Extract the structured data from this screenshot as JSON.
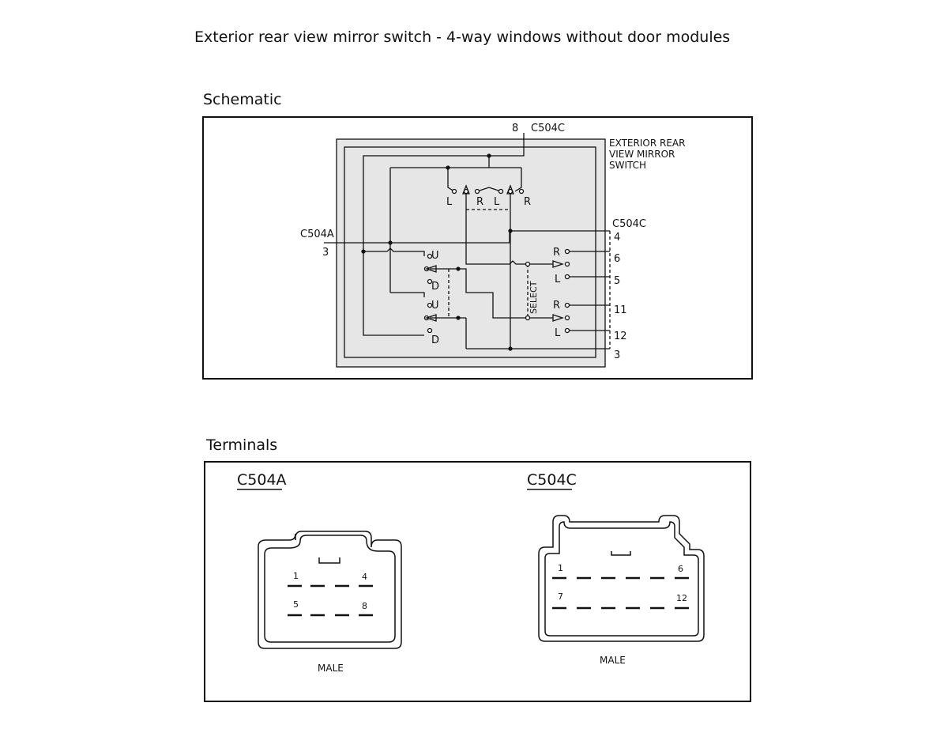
{
  "page": {
    "title": "Exterior rear view mirror switch - 4-way windows without door modules"
  },
  "schematic": {
    "heading": "Schematic",
    "component": [
      "EXTERIOR REAR",
      "VIEW MIRROR",
      "SWITCH"
    ],
    "connector_top": {
      "pin": "8",
      "name": "C504C"
    },
    "connector_left": {
      "name": "C504A",
      "pin": "3"
    },
    "connector_right": {
      "name": "C504C",
      "pins": [
        "4",
        "6",
        "5",
        "11",
        "12",
        "3"
      ]
    },
    "top_labels": [
      "L",
      "R",
      "L",
      "R"
    ],
    "updown_labels": [
      "U",
      "D",
      "U",
      "D"
    ],
    "lr_labels": [
      "R",
      "L",
      "R",
      "L"
    ],
    "select_label": "SELECT"
  },
  "terminals": {
    "heading": "Terminals",
    "c504a": {
      "name": "C504A",
      "pins": [
        "1",
        "4",
        "5",
        "8"
      ],
      "gender": "MALE"
    },
    "c504c": {
      "name": "C504C",
      "pins": [
        "1",
        "6",
        "7",
        "12"
      ],
      "gender": "MALE"
    }
  }
}
